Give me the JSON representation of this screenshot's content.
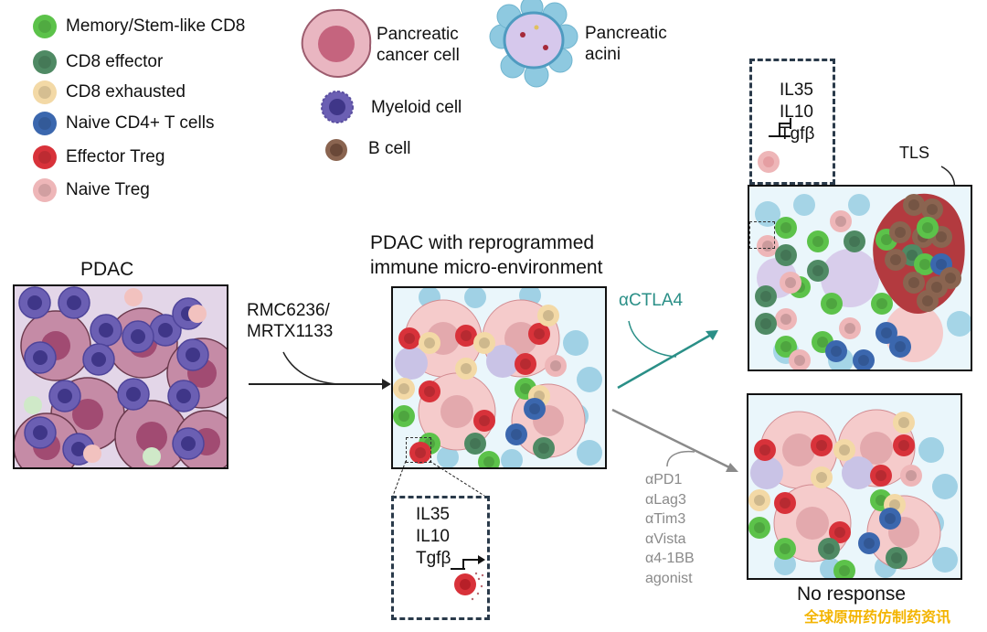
{
  "legend": {
    "immune_cells": [
      {
        "label": "Memory/Stem-like CD8",
        "color": "#5cc24a",
        "icon": "green-t-cell-icon"
      },
      {
        "label": "CD8 effector",
        "color": "#4f8a64",
        "icon": "dark-green-t-cell-icon"
      },
      {
        "label": "CD8 exhausted",
        "color": "#f3d9a6",
        "icon": "beige-t-cell-icon"
      },
      {
        "label": "Naive CD4+ T cells",
        "color": "#3b67ae",
        "icon": "blue-t-cell-icon"
      },
      {
        "label": "Effector Treg",
        "color": "#d8323a",
        "icon": "red-treg-icon"
      },
      {
        "label": "Naive Treg",
        "color": "#eeb6b8",
        "icon": "pink-treg-icon"
      }
    ],
    "other_cells": [
      {
        "label_lines": [
          "Pancreatic",
          "cancer cell"
        ],
        "color": "#d99aab",
        "icon": "pancreatic-cancer-cell-icon"
      },
      {
        "label_lines": [
          "Pancreatic",
          "acini"
        ],
        "color": "#8ec9e0",
        "icon": "pancreatic-acini-icon"
      },
      {
        "label": "Myeloid cell",
        "color": "#6b5fb3",
        "icon": "myeloid-cell-icon"
      },
      {
        "label": "B cell",
        "color": "#8a6450",
        "icon": "b-cell-icon"
      }
    ]
  },
  "panels": {
    "pdac": {
      "title": "PDAC"
    },
    "reprogrammed": {
      "title_lines": [
        "PDAC with reprogrammed",
        "immune micro-environment"
      ]
    },
    "responder": {
      "tls_label": "TLS"
    },
    "no_response": {
      "title": "No response"
    }
  },
  "treatments": {
    "kras_inhibitors": [
      "RMC6236/",
      "MRTX1133"
    ],
    "ctla4": "αCTLA4",
    "other_lines": [
      "αPD1",
      "αLag3",
      "αTim3",
      "αVista",
      "α4-1BB",
      "agonist"
    ]
  },
  "inset_bottom": {
    "cytokines": [
      "IL35",
      "IL10",
      "Tgfβ"
    ],
    "regulation": "activated"
  },
  "inset_top": {
    "cytokines": [
      "IL35",
      "IL10",
      "Tgfβ"
    ],
    "regulation": "inhibited"
  },
  "colors": {
    "ctla4_arrow": "#2a8f87",
    "other_arrow": "#8a8a8a",
    "dash_box": "#2a3a4a"
  },
  "watermark": "全球原研药仿制药资讯"
}
